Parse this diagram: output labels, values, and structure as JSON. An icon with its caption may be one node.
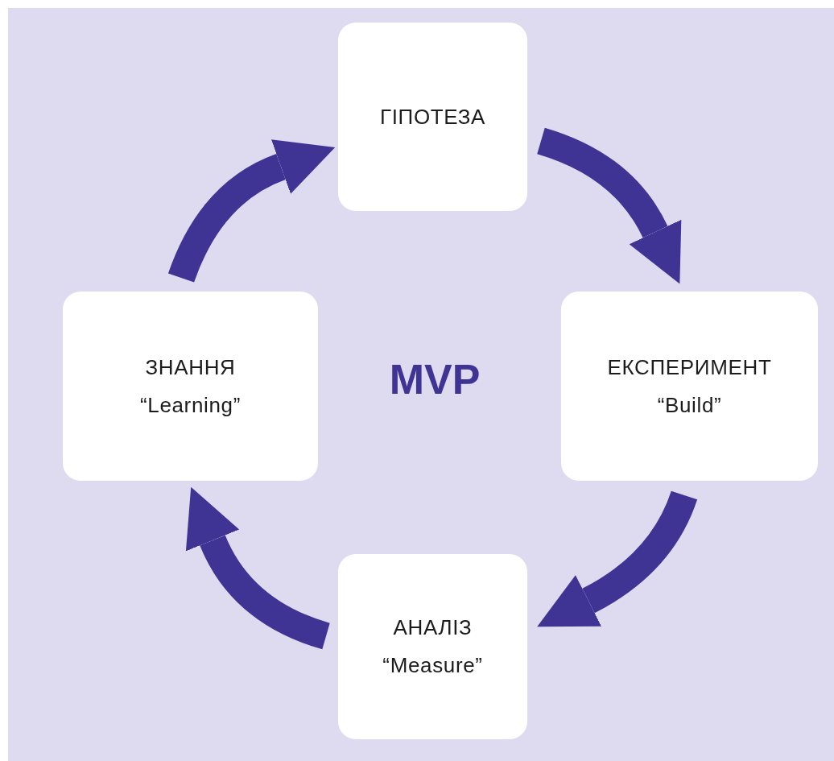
{
  "diagram": {
    "nodes": [
      {
        "text": [
          "ГІПОТЕЗА"
        ]
      },
      {
        "text": [
          "ЕКСПЕРИМЕНТ",
          "“Build”"
        ]
      },
      {
        "text": [
          "АНАЛІЗ",
          "“Measure”"
        ]
      },
      {
        "text": [
          "ЗНАННЯ",
          "“Learning”"
        ]
      }
    ],
    "edges": [
      {
        "from": 0,
        "to": 1,
        "arrow": "to"
      },
      {
        "from": 1,
        "to": 2,
        "arrow": "to"
      },
      {
        "from": 2,
        "to": 3,
        "arrow": "to"
      },
      {
        "from": 3,
        "to": 0,
        "arrow": "to"
      }
    ],
    "labels": [
      "MVP"
    ]
  }
}
